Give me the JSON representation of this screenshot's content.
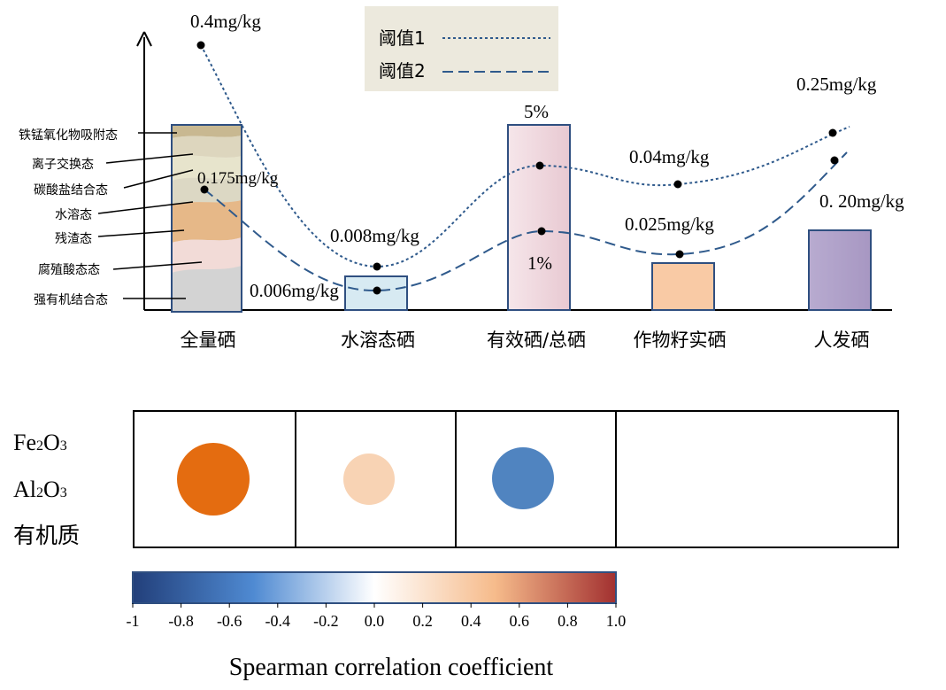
{
  "chart_data": [
    {
      "type": "bar",
      "categories": [
        "全量硒",
        "水溶态硒",
        "有效硒/总硒",
        "作物籽实硒",
        "人发硒"
      ],
      "bar_colors": [
        "#d8d3c8",
        "#d7eaf2",
        "#efd8de",
        "#f8c9a3",
        "#b0a3c9"
      ],
      "legend": [
        {
          "name": "阈值1",
          "style": "dotted",
          "color": "#2f5a8c"
        },
        {
          "name": "阈值2",
          "style": "dashed",
          "color": "#2f5a8c"
        }
      ],
      "series": [
        {
          "name": "阈值1",
          "labels": [
            "0.4mg/kg",
            "0.008mg/kg",
            "5%",
            "0.04mg/kg",
            "0.25mg/kg"
          ]
        },
        {
          "name": "阈值2",
          "labels": [
            "0.175mg/kg",
            "0.006mg/kg",
            "1%",
            "0.025mg/kg",
            "0. 20mg/kg"
          ]
        }
      ],
      "fraction_labels": [
        "铁锰氧化物吸附态",
        "离子交换态",
        "碳酸盐结合态",
        "水溶态",
        "残渣态",
        "腐殖酸态态",
        "强有机结合态"
      ],
      "fraction_colors": [
        "#c8b891",
        "#d9d2ba",
        "#e6e3c8",
        "#ddd9c6",
        "#e7b98a",
        "#f2dcd8",
        "#d4d4d4"
      ]
    },
    {
      "type": "heatmap",
      "rows": [
        "Fe2O3",
        "Al2O3",
        "有机质"
      ],
      "row_labels": [
        {
          "main": "Fe",
          "sub1": "2",
          "mid": "O",
          "sub2": "3"
        },
        {
          "main": "Al",
          "sub1": "2",
          "mid": "O",
          "sub2": "3"
        },
        {
          "main": "有机质",
          "sub1": "",
          "mid": "",
          "sub2": ""
        }
      ],
      "points": [
        {
          "value": 0.6,
          "size": "large",
          "color": "#e46c10"
        },
        {
          "value": 0.3,
          "size": "small",
          "color": "#f8d3b4"
        },
        {
          "value": -0.6,
          "size": "medium",
          "color": "#5084c0"
        }
      ],
      "colorbar": {
        "title": "Spearman correlation coefficient",
        "range": [
          -1,
          1
        ],
        "ticks": [
          "-1",
          "-0.8",
          "-0.6",
          "-0.4",
          "-0.2",
          "0.0",
          "0.2",
          "0.4",
          "0.6",
          "0.8",
          "1.0"
        ],
        "colors": [
          "#223f7a",
          "#4f8ad2",
          "#ffffff",
          "#f6bb8b",
          "#a23030"
        ]
      }
    }
  ]
}
